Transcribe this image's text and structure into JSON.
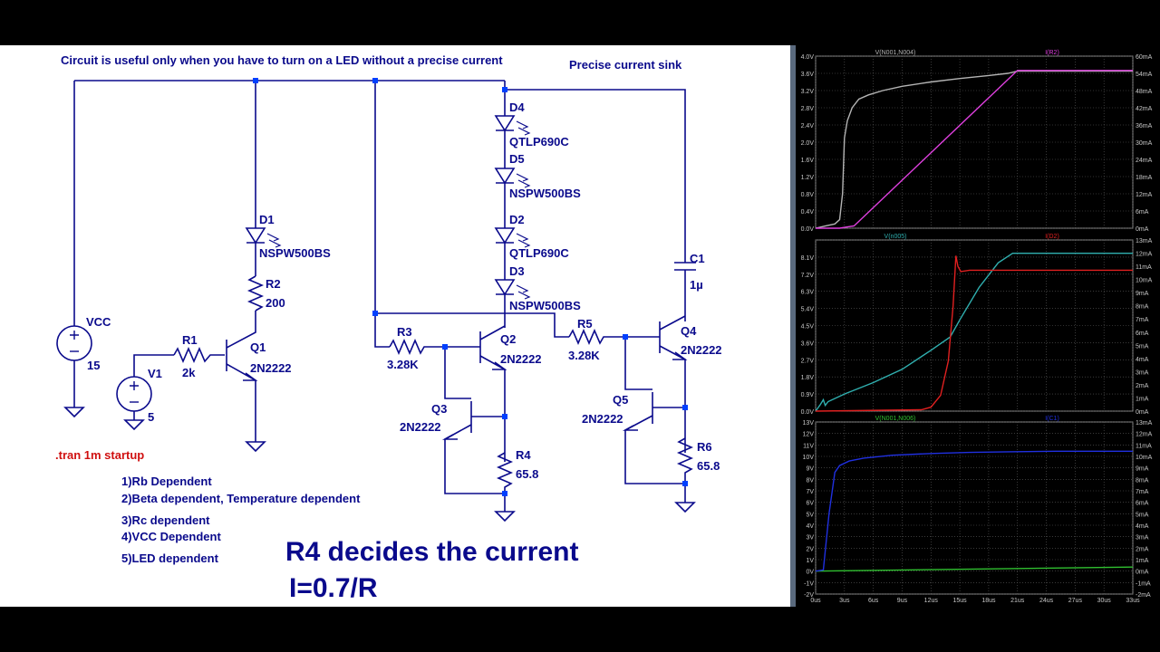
{
  "header": {
    "title": "Circuit is useful only when you have to turn on a LED without a precise current",
    "subtitle": "Precise current sink"
  },
  "components": {
    "vcc": {
      "name": "VCC",
      "value": "15"
    },
    "v1": {
      "name": "V1",
      "value": "5"
    },
    "r1": {
      "name": "R1",
      "value": "2k"
    },
    "q1": {
      "name": "Q1",
      "value": "2N2222"
    },
    "d1": {
      "name": "D1",
      "value": "NSPW500BS"
    },
    "r2": {
      "name": "R2",
      "value": "200"
    },
    "d4": {
      "name": "D4",
      "value": "QTLP690C"
    },
    "d5": {
      "name": "D5",
      "value": "NSPW500BS"
    },
    "d2": {
      "name": "D2",
      "value": "QTLP690C"
    },
    "d3": {
      "name": "D3",
      "value": "NSPW500BS"
    },
    "r3": {
      "name": "R3",
      "value": "3.28K"
    },
    "q2": {
      "name": "Q2",
      "value": "2N2222"
    },
    "q3": {
      "name": "Q3",
      "value": "2N2222"
    },
    "r4": {
      "name": "R4",
      "value": "65.8"
    },
    "c1": {
      "name": "C1",
      "value": "1µ"
    },
    "r5": {
      "name": "R5",
      "value": "3.28K"
    },
    "q4": {
      "name": "Q4",
      "value": "2N2222"
    },
    "q5": {
      "name": "Q5",
      "value": "2N2222"
    },
    "r6": {
      "name": "R6",
      "value": "65.8"
    }
  },
  "notes": {
    "tran": ".tran 1m startup",
    "items": [
      "1)Rb Dependent",
      "2)Beta dependent, Temperature dependent",
      "3)Rc dependent",
      " 4)VCC Dependent",
      "5)LED dependent"
    ],
    "big1": "R4 decides the current",
    "big2": "I=0.7/R"
  },
  "colors": {
    "wire": "#0a0a8c",
    "junction": "#0040ff",
    "note": "#0a0a8c",
    "tran": "#d01010",
    "plot_bg": "#000000",
    "grid": "#6e6e6e"
  },
  "chart_data": [
    {
      "type": "line",
      "legend_left": "V(N001,N004)",
      "legend_right": "I(R2)",
      "x_ticks": [],
      "xlim": [
        0,
        33
      ],
      "left_ticks": [
        "4.0V",
        "3.6V",
        "3.2V",
        "2.8V",
        "2.4V",
        "2.0V",
        "1.6V",
        "1.2V",
        "0.8V",
        "0.4V",
        "0.0V"
      ],
      "right_ticks": [
        "60mA",
        "54mA",
        "48mA",
        "42mA",
        "36mA",
        "30mA",
        "24mA",
        "18mA",
        "12mA",
        "6mA",
        "0mA"
      ],
      "ylim_left": [
        0,
        4.0
      ],
      "ylim_right": [
        0,
        60
      ],
      "series": [
        {
          "name": "V(N001,N004)",
          "axis": "left",
          "color": "#b4b4b4",
          "x": [
            0,
            1,
            2,
            2.5,
            2.8,
            3,
            3.3,
            3.8,
            4.5,
            5.5,
            7,
            9,
            12,
            15,
            18,
            20,
            21,
            33
          ],
          "y": [
            0,
            0.05,
            0.1,
            0.2,
            0.8,
            2.1,
            2.5,
            2.8,
            3.0,
            3.1,
            3.2,
            3.3,
            3.4,
            3.48,
            3.55,
            3.6,
            3.65,
            3.65
          ]
        },
        {
          "name": "I(R2)",
          "axis": "right",
          "color": "#e040e0",
          "x": [
            0,
            2.5,
            3,
            4,
            21,
            22,
            33
          ],
          "y": [
            0,
            0,
            0.3,
            0.8,
            55,
            55,
            55
          ]
        }
      ]
    },
    {
      "type": "line",
      "legend_left": "V(n005)",
      "legend_right": "I(D2)",
      "x_ticks": [],
      "xlim": [
        0,
        33
      ],
      "left_ticks": [
        "",
        "8.1V",
        "7.2V",
        "6.3V",
        "5.4V",
        "4.5V",
        "3.6V",
        "2.7V",
        "1.8V",
        "0.9V",
        "0.0V"
      ],
      "right_ticks": [
        "13mA",
        "12mA",
        "11mA",
        "10mA",
        "9mA",
        "8mA",
        "7mA",
        "6mA",
        "5mA",
        "4mA",
        "3mA",
        "2mA",
        "1mA",
        "0mA"
      ],
      "ylim_left": [
        0,
        9.0
      ],
      "ylim_right": [
        0,
        13
      ],
      "series": [
        {
          "name": "V(n005)",
          "axis": "left",
          "color": "#30b0b0",
          "x": [
            0,
            0.5,
            0.8,
            1,
            1.3,
            3,
            6,
            9,
            12,
            14,
            15,
            17,
            19,
            20.5,
            33
          ],
          "y": [
            0,
            0.35,
            0.6,
            0.3,
            0.5,
            0.9,
            1.5,
            2.2,
            3.2,
            3.9,
            4.8,
            6.5,
            7.8,
            8.3,
            8.3
          ]
        },
        {
          "name": "I(D2)",
          "axis": "right",
          "color": "#e02020",
          "x": [
            0,
            11,
            12,
            13,
            13.8,
            14.3,
            14.6,
            14.8,
            15.1,
            16,
            33
          ],
          "y": [
            0,
            0.1,
            0.3,
            1.2,
            3.8,
            8,
            11.8,
            11,
            10.6,
            10.7,
            10.7
          ]
        }
      ]
    },
    {
      "type": "line",
      "legend_left": "V(N001,N006)",
      "legend_right": "I(C1)",
      "x_ticks": [
        "0us",
        "3us",
        "6us",
        "9us",
        "12us",
        "15us",
        "18us",
        "21us",
        "24us",
        "27us",
        "30us",
        "33us"
      ],
      "xlim": [
        0,
        33
      ],
      "left_ticks": [
        "13V",
        "12V",
        "11V",
        "10V",
        "9V",
        "8V",
        "7V",
        "6V",
        "5V",
        "4V",
        "3V",
        "2V",
        "1V",
        "0V",
        "-1V",
        "-2V"
      ],
      "right_ticks": [
        "13mA",
        "12mA",
        "11mA",
        "10mA",
        "9mA",
        "8mA",
        "7mA",
        "6mA",
        "5mA",
        "4mA",
        "3mA",
        "2mA",
        "1mA",
        "0mA",
        "-1mA",
        "-2mA"
      ],
      "ylim_left": [
        -2,
        13
      ],
      "ylim_right": [
        -2,
        13
      ],
      "series": [
        {
          "name": "V(N001,N006)",
          "axis": "left",
          "color": "#30c030",
          "x": [
            0,
            33
          ],
          "y": [
            0,
            0.35
          ]
        },
        {
          "name": "I(C1)",
          "axis": "right",
          "color": "#2030e0",
          "x": [
            0,
            0.8,
            1.4,
            2,
            2.5,
            3.5,
            5,
            8,
            12,
            16,
            20,
            25,
            33
          ],
          "y": [
            0,
            0.1,
            5,
            8.6,
            9.2,
            9.6,
            9.85,
            10.1,
            10.25,
            10.35,
            10.4,
            10.45,
            10.45
          ]
        }
      ]
    }
  ]
}
